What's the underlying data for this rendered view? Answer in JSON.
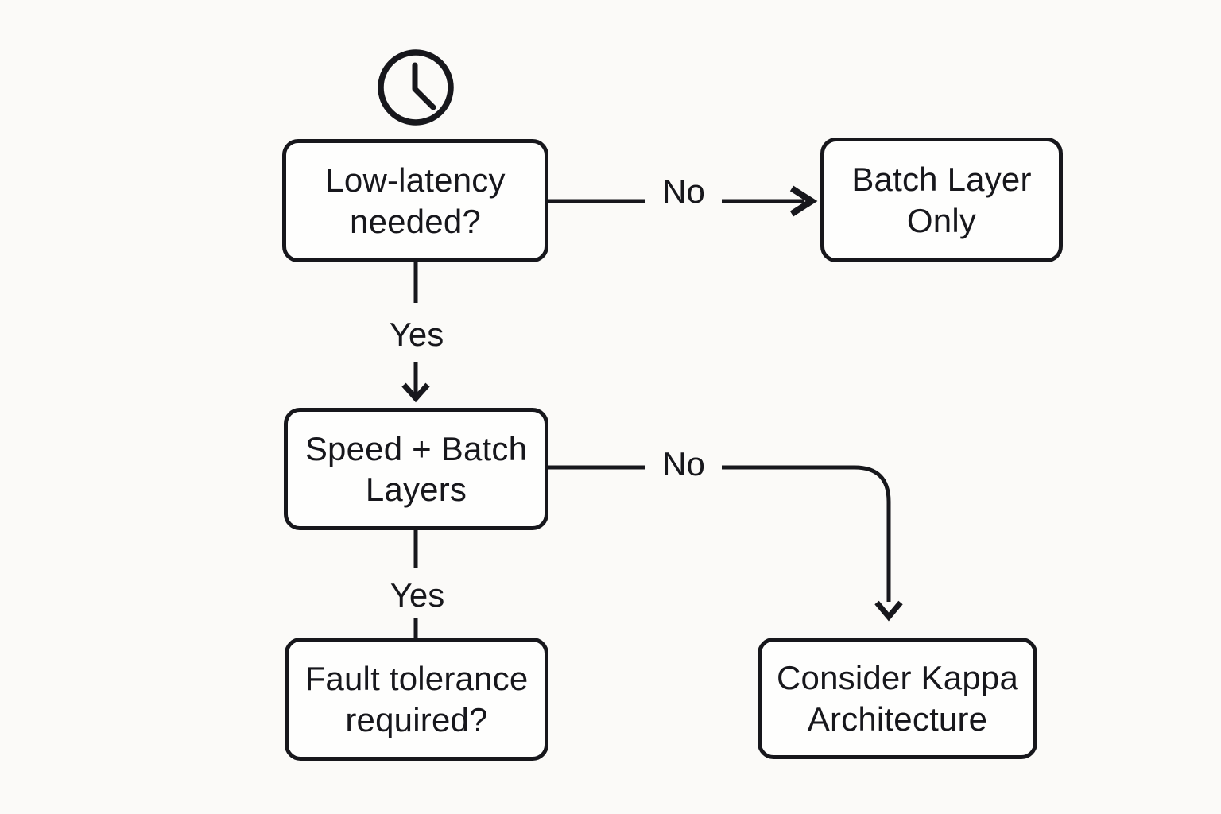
{
  "background": "#fbfaf8",
  "ink": "#17171c",
  "node_fill": "#fefefd",
  "icons": {
    "top_icon": "clock-icon"
  },
  "nodes": {
    "low_latency": {
      "label": "Low-latency\nneeded?"
    },
    "batch_only": {
      "label": "Batch Layer\nOnly"
    },
    "speed_batch": {
      "label": "Speed + Batch\nLayers"
    },
    "kappa": {
      "label": "Consider Kappa\nArchitecture"
    },
    "fault_tolerance": {
      "label": "Fault tolerance\nrequired?"
    }
  },
  "edge_labels": {
    "no1": "No",
    "yes1": "Yes",
    "no2": "No",
    "yes2": "Yes"
  }
}
